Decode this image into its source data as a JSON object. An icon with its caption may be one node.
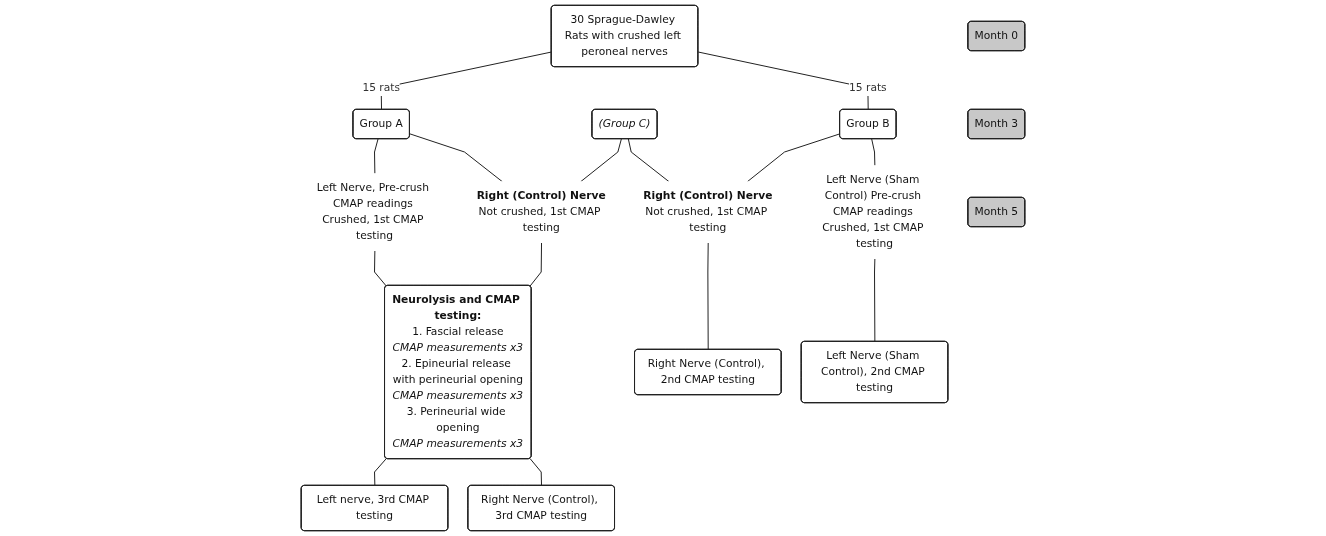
{
  "diagram": {
    "nodes": [
      {
        "text": [
          "30 Sprague-Dawley Rats with crushed left peroneal nerves"
        ]
      },
      {
        "text": [
          "Group A"
        ]
      },
      {
        "text": [
          "(Group C)"
        ]
      },
      {
        "text": [
          "Group B"
        ]
      },
      {
        "text": [
          "Month 0"
        ]
      },
      {
        "text": [
          "Left Nerve, Pre-crush CMAP readings Crushed, 1st CMAP testing"
        ]
      },
      {
        "text": [
          "Right (Control) Nerve",
          "Not crushed, 1st CMAP testing"
        ]
      },
      {
        "text": [
          "Right (Control) Nerve",
          "Not crushed, 1st CMAP testing"
        ]
      },
      {
        "text": [
          "Left Nerve (Sham Control) Pre-crush CMAP readings Crushed, 1st CMAP testing"
        ]
      },
      {
        "text": [
          "Month 3"
        ]
      },
      {
        "text": [
          "Neurolysis and CMAP testing:",
          "1. Fascial release",
          "CMAP measurements x3",
          "2. Epineurial release with perineurial opening",
          "CMAP measurements x3",
          "3. Perineurial wide opening",
          "CMAP measurements x3"
        ]
      },
      {
        "text": [
          "Month 5"
        ]
      },
      {
        "text": [
          "Left nerve, 3rd CMAP testing"
        ]
      },
      {
        "text": [
          "Right Nerve (Control), 3rd CMAP testing"
        ]
      },
      {
        "text": [
          "Right Nerve (Control), 2nd CMAP testing"
        ]
      },
      {
        "text": [
          "Left Nerve (Sham Control), 2nd CMAP testing"
        ]
      }
    ],
    "edges": [
      {
        "from": 0,
        "to": 1,
        "arrow": "none",
        "label": "15 rats"
      },
      {
        "from": 0,
        "to": 3,
        "arrow": "none",
        "label": "15 rats"
      },
      {
        "from": 1,
        "to": 5,
        "arrow": "none"
      },
      {
        "from": 1,
        "to": 6,
        "arrow": "none"
      },
      {
        "from": 2,
        "to": 6,
        "arrow": "none"
      },
      {
        "from": 2,
        "to": 7,
        "arrow": "none"
      },
      {
        "from": 3,
        "to": 7,
        "arrow": "none"
      },
      {
        "from": 3,
        "to": 8,
        "arrow": "none"
      },
      {
        "from": 5,
        "to": 10,
        "arrow": "none"
      },
      {
        "from": 6,
        "to": 10,
        "arrow": "none"
      },
      {
        "from": 10,
        "to": 12,
        "arrow": "none"
      },
      {
        "from": 10,
        "to": 13,
        "arrow": "none"
      },
      {
        "from": 7,
        "to": 14,
        "arrow": "none"
      },
      {
        "from": 8,
        "to": 15,
        "arrow": "none"
      }
    ]
  }
}
